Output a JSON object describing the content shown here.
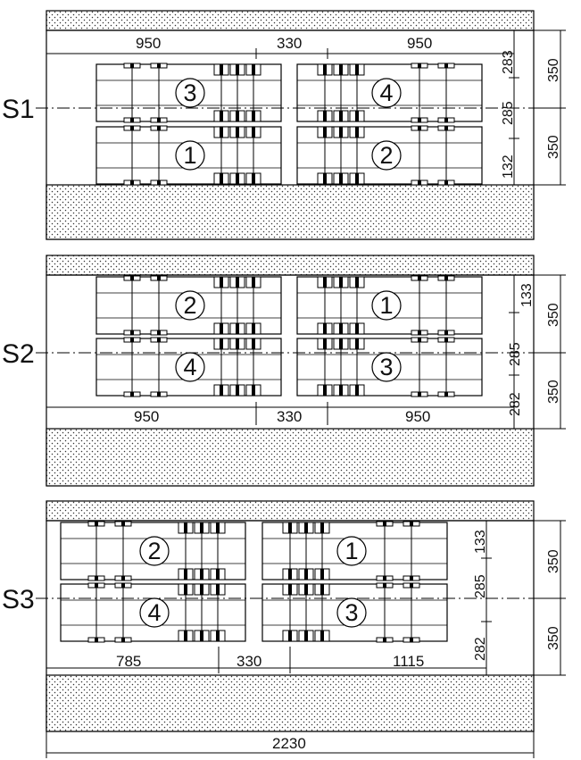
{
  "diagram": {
    "total_width_label": "2230",
    "sections": [
      {
        "name": "S1",
        "horizontal_dims": [
          "950",
          "330",
          "950"
        ],
        "lane_dims": [
          "283",
          "285",
          "132"
        ],
        "half_width_dims": [
          "350",
          "350"
        ],
        "vehicles": [
          {
            "label": "3"
          },
          {
            "label": "4"
          },
          {
            "label": "1"
          },
          {
            "label": "2"
          }
        ]
      },
      {
        "name": "S2",
        "horizontal_dims": [
          "950",
          "330",
          "950"
        ],
        "lane_dims": [
          "133",
          "285",
          "282"
        ],
        "half_width_dims": [
          "350",
          "350"
        ],
        "vehicles": [
          {
            "label": "2"
          },
          {
            "label": "1"
          },
          {
            "label": "4"
          },
          {
            "label": "3"
          }
        ]
      },
      {
        "name": "S3",
        "horizontal_dims": [
          "785",
          "330",
          "1115"
        ],
        "lane_dims": [
          "133",
          "285",
          "282"
        ],
        "half_width_dims": [
          "350",
          "350"
        ],
        "vehicles": [
          {
            "label": "2"
          },
          {
            "label": "1"
          },
          {
            "label": "4"
          },
          {
            "label": "3"
          }
        ]
      }
    ]
  }
}
